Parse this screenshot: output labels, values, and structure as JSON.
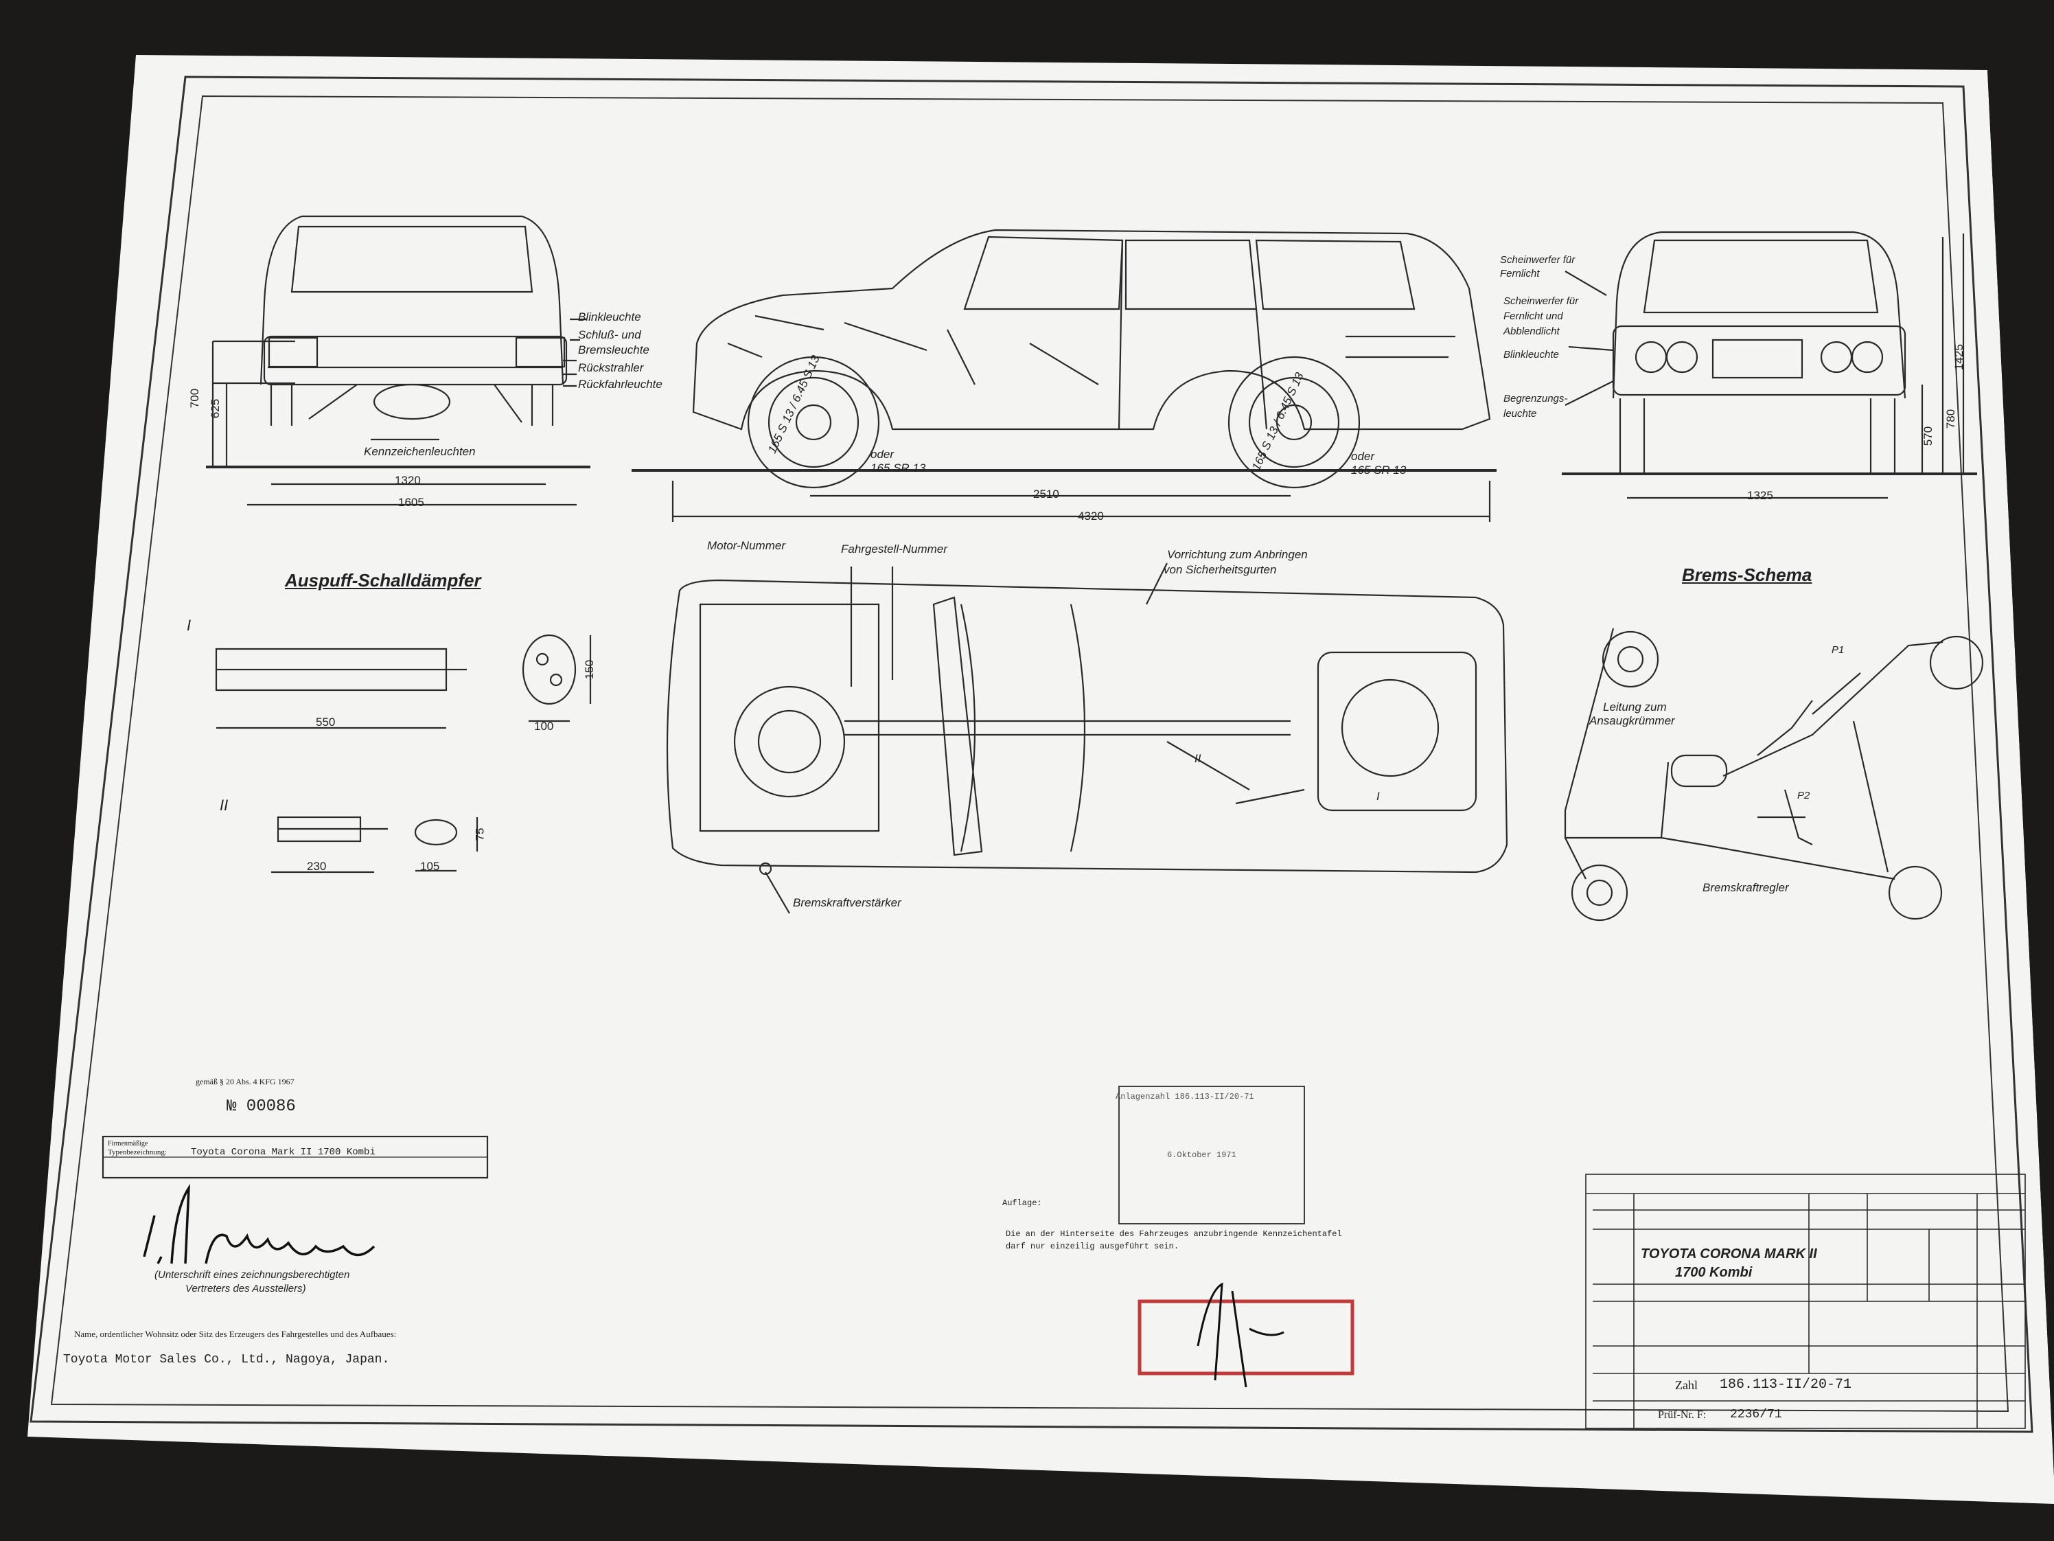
{
  "colors": {
    "background": "#1b1a18",
    "paper": "#f4f4f2",
    "ink": "#222222",
    "stamp": "#c23a3a"
  },
  "side_view": {
    "tire1": "165 S 13 / 6.45 S 13",
    "or1": "oder",
    "tire1_alt": "165 SR 13",
    "tire2": "165 S 13 / 6.45 S 13",
    "or2": "oder",
    "tire2_alt": "165 SR 13",
    "wheelbase": "2510",
    "length": "4320"
  },
  "rear_view": {
    "labels": [
      "Blinkleuchte",
      "Schluß- und",
      "Bremsleuchte",
      "Rückstrahler",
      "Rückfahrleuchte"
    ],
    "plate_lights": "Kennzeichenleuchten",
    "track": "1320",
    "width": "1605",
    "height_700": "700",
    "height_625": "625"
  },
  "front_view": {
    "labels": [
      "Scheinwerfer für",
      "Fernlicht",
      "Scheinwerfer für",
      "Fernlicht und",
      "Abblendlicht",
      "Blinkleuchte",
      "Begrenzungs-",
      "leuchte"
    ],
    "track": "1325",
    "height": "1425",
    "h570": "570",
    "h780": "780"
  },
  "top_view": {
    "engine_no": "Motor-Nummer",
    "chassis_no": "Fahrgestell-Nummer",
    "belt_1": "Vorrichtung zum Anbringen",
    "belt_2": "von Sicherheitsgurten",
    "brake_booster": "Bremskraftverstärker",
    "mark_1": "I",
    "mark_2": "II"
  },
  "exhaust": {
    "title": "Auspuff-Schalldämpfer",
    "roman1": "I",
    "len1": "550",
    "w1": "100",
    "h1": "150",
    "roman2": "II",
    "len2": "230",
    "w2": "105",
    "h2": "75"
  },
  "brakes": {
    "title": "Brems-Schema",
    "line_1": "Leitung zum",
    "line_2": "Ansaugkrümmer",
    "regulator": "Bremskraftregler",
    "p1": "P1",
    "p2": "P2"
  },
  "doc": {
    "per_kfg": "gemäß § 20 Abs. 4 KFG 1967",
    "number": "№   00086",
    "type_label": "Typenbezeichnung:",
    "firm_label": "Firmenmäßige",
    "type_value": "Toyota Corona Mark II 1700 Kombi",
    "sig_caption_1": "(Unterschrift eines zeichnungsberechtigten",
    "sig_caption_2": "Vertreters des Ausstellers)",
    "maker_caption": "Name, ordentlicher Wohnsitz oder Sitz des Erzeugers des Fahrgestelles und des Aufbaues:",
    "maker": "Toyota Motor Sales Co., Ltd., Nagoya, Japan.",
    "auflage": "Auflage:",
    "plate_note_1": "Die an der Hinterseite des Fahrzeuges anzubringende Kennzeichentafel",
    "plate_note_2": "darf nur einzeilig ausgeführt sein.",
    "stamp_line": "Anlagenzahl 186.113-II/20-71",
    "stamp_date": "6.Oktober 1971"
  },
  "titleblock": {
    "model_1": "TOYOTA CORONA MARK II",
    "model_2": "1700 Kombi",
    "zahl_label": "Zahl",
    "zahl": "186.113-II/20-71",
    "pruef_label": "Prüf-Nr. F:",
    "pruef": "2236/71"
  }
}
